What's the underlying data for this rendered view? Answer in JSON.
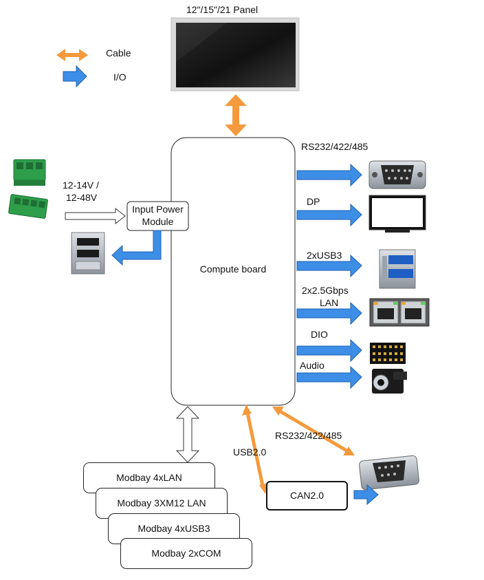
{
  "legend": {
    "cable_label": "Cable",
    "io_label": "I/O"
  },
  "panel": {
    "label": "12\"/15\"/21 Panel"
  },
  "power": {
    "voltage_line1": "12-14V /",
    "voltage_line2": "12-48V",
    "module_line1": "Input Power",
    "module_line2": "Module"
  },
  "compute": {
    "label": "Compute board"
  },
  "outputs": {
    "serial": "RS232/422/485",
    "dp": "DP",
    "usb3": "2xUSB3",
    "lan_line1": "2x2.5Gbps",
    "lan_line2": "LAN",
    "dio": "DIO",
    "audio": "Audio"
  },
  "bottom": {
    "usb2": "USB2.0",
    "serial2": "RS232/422/485",
    "can": "CAN2.0"
  },
  "modbays": [
    "Modbay 4xLAN",
    "Modbay 3XM12 LAN",
    "Modbay 4xUSB3",
    "Modbay 2xCOM"
  ],
  "colors": {
    "cable": "#f59a3c",
    "io": "#3d8ee6",
    "io_edge": "#1e5fb3",
    "terminal_green": "#2e9e4a",
    "screen": "#1b1b1b"
  },
  "icons": [
    "cable-arrow-icon",
    "io-arrow-icon",
    "panel-screen-icon",
    "terminal-block-icon",
    "usb-port-icon",
    "db9-connector-icon",
    "monitor-icon",
    "rj45-port-icon",
    "pin-header-icon",
    "audio-jack-icon"
  ]
}
